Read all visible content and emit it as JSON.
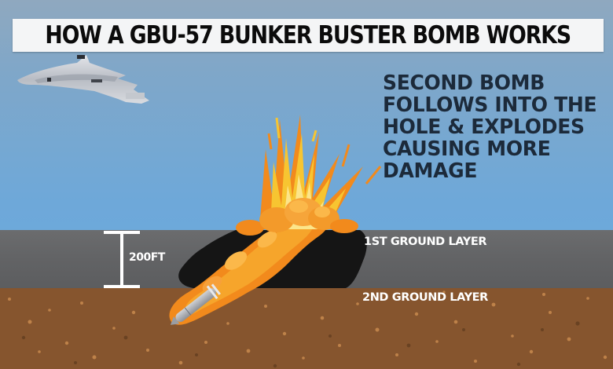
{
  "title": "HOW A GBU-57 BUNKER BUSTER BOMB WORKS",
  "callout": {
    "lines": [
      "SECOND BOMB",
      "FOLLOWS INTO THE",
      "HOLE & EXPLODES",
      "CAUSING MORE",
      "DAMAGE"
    ]
  },
  "layers": {
    "first": "1ST GROUND LAYER",
    "second": "2ND GROUND LAYER"
  },
  "measurement": {
    "label": "200FT"
  },
  "icons": {
    "aircraft": "stealth-bomber-icon",
    "explosion": "explosion-icon",
    "bomb": "bomb-icon",
    "bracket": "measurement-bracket-icon"
  },
  "colors": {
    "sky": "#6ea8d9",
    "title_bg": "#f4f5f6",
    "callout_text": "#1c2a3a",
    "ground_layer_1": "#636466",
    "ground_layer_2": "#86552e",
    "crater": "#151515",
    "fire_orange": "#f28a1c",
    "fire_yellow": "#f7c531"
  }
}
